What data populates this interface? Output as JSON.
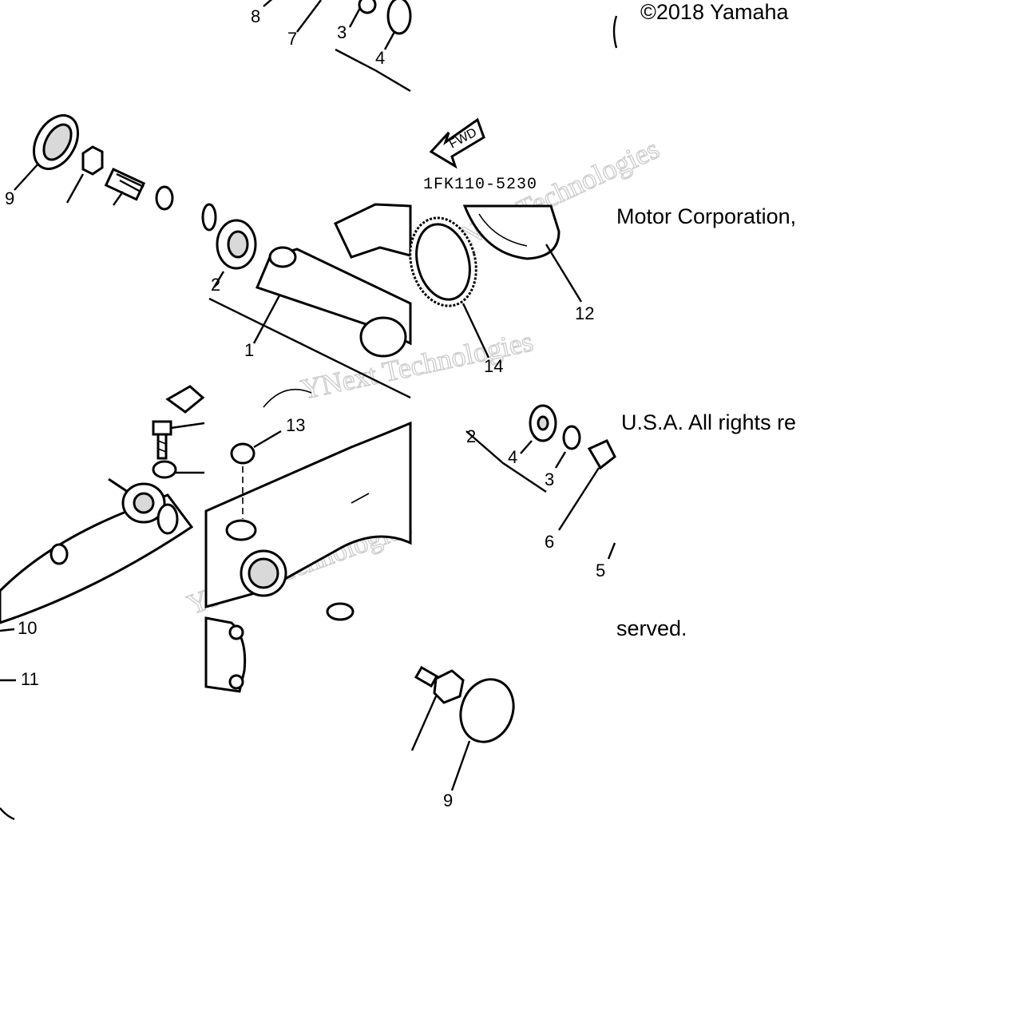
{
  "copyright": {
    "line1": "©2018 Yamaha",
    "line2": "Motor Corporation,",
    "line3": "U.S.A. All rights re",
    "line4": "served."
  },
  "diagram_code": "1FK110-5230",
  "fwd_label": "FWD",
  "watermark": "YNext Technologies",
  "callouts": {
    "c1": "1",
    "c2a": "2",
    "c2b": "2",
    "c3a": "3",
    "c3b": "3",
    "c4a": "4",
    "c4b": "4",
    "c5": "5",
    "c6": "6",
    "c7": "7",
    "c8": "8",
    "c9a": "9",
    "c9b": "9",
    "c10": "10",
    "c11": "11",
    "c12": "12",
    "c13": "13",
    "c14": "14"
  }
}
